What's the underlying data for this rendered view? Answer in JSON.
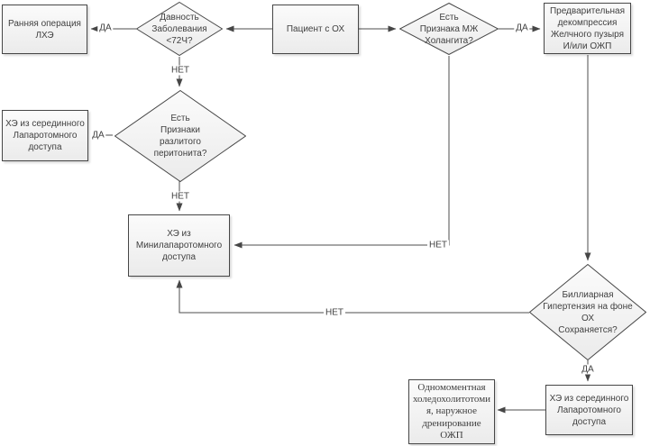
{
  "colors": {
    "background": "#ffffff",
    "line": "#4c4c4c",
    "shape_border": "#464646",
    "shape_fill_top": "#fbfbfb",
    "shape_fill_bottom": "#ebebeb",
    "text": "#3f3f3f"
  },
  "nodes": {
    "early_lhe": {
      "label": "Ранняя операция\nЛХЭ"
    },
    "patient_oh": {
      "label": "Пациент с ОХ"
    },
    "decompression": {
      "label": "Предварительная\nдекомпрессия\nЖелчного пузыря\nИ/или ОЖП"
    },
    "he_midline_left": {
      "label": "ХЭ из серединного\nЛапаротомного\nдоступа"
    },
    "he_minilap": {
      "label": "ХЭ из\nМинилапаротомного\nдоступа"
    },
    "he_midline_bottom": {
      "label": "ХЭ из серединного\nЛапаротомного\nдоступа"
    },
    "choledocholithotomy": {
      "label": "Одномоментная\nхоледохолитотоми\nя, наружное\nдренирование\nОЖП"
    },
    "duration": {
      "label": "Давность\nЗаболевания\n<72Ч?"
    },
    "peritonitis": {
      "label": "Есть\nПризнаки\nразлитого\nперитонита?"
    },
    "cholangitis": {
      "label": "Есть\nПризнака МЖ\nХолангита?"
    },
    "biliary": {
      "label": "Биллиарная\nГипертензия на фоне\nОХ\nСохраняется?"
    }
  },
  "edge_labels": {
    "duration_yes": "ДА",
    "duration_no": "НЕТ",
    "cholangitis_yes": "ДА",
    "cholangitis_no": "НЕТ",
    "peritonitis_yes": "ДА",
    "peritonitis_no": "НЕТ",
    "biliary_no": "НЕТ",
    "biliary_yes": "ДА"
  }
}
